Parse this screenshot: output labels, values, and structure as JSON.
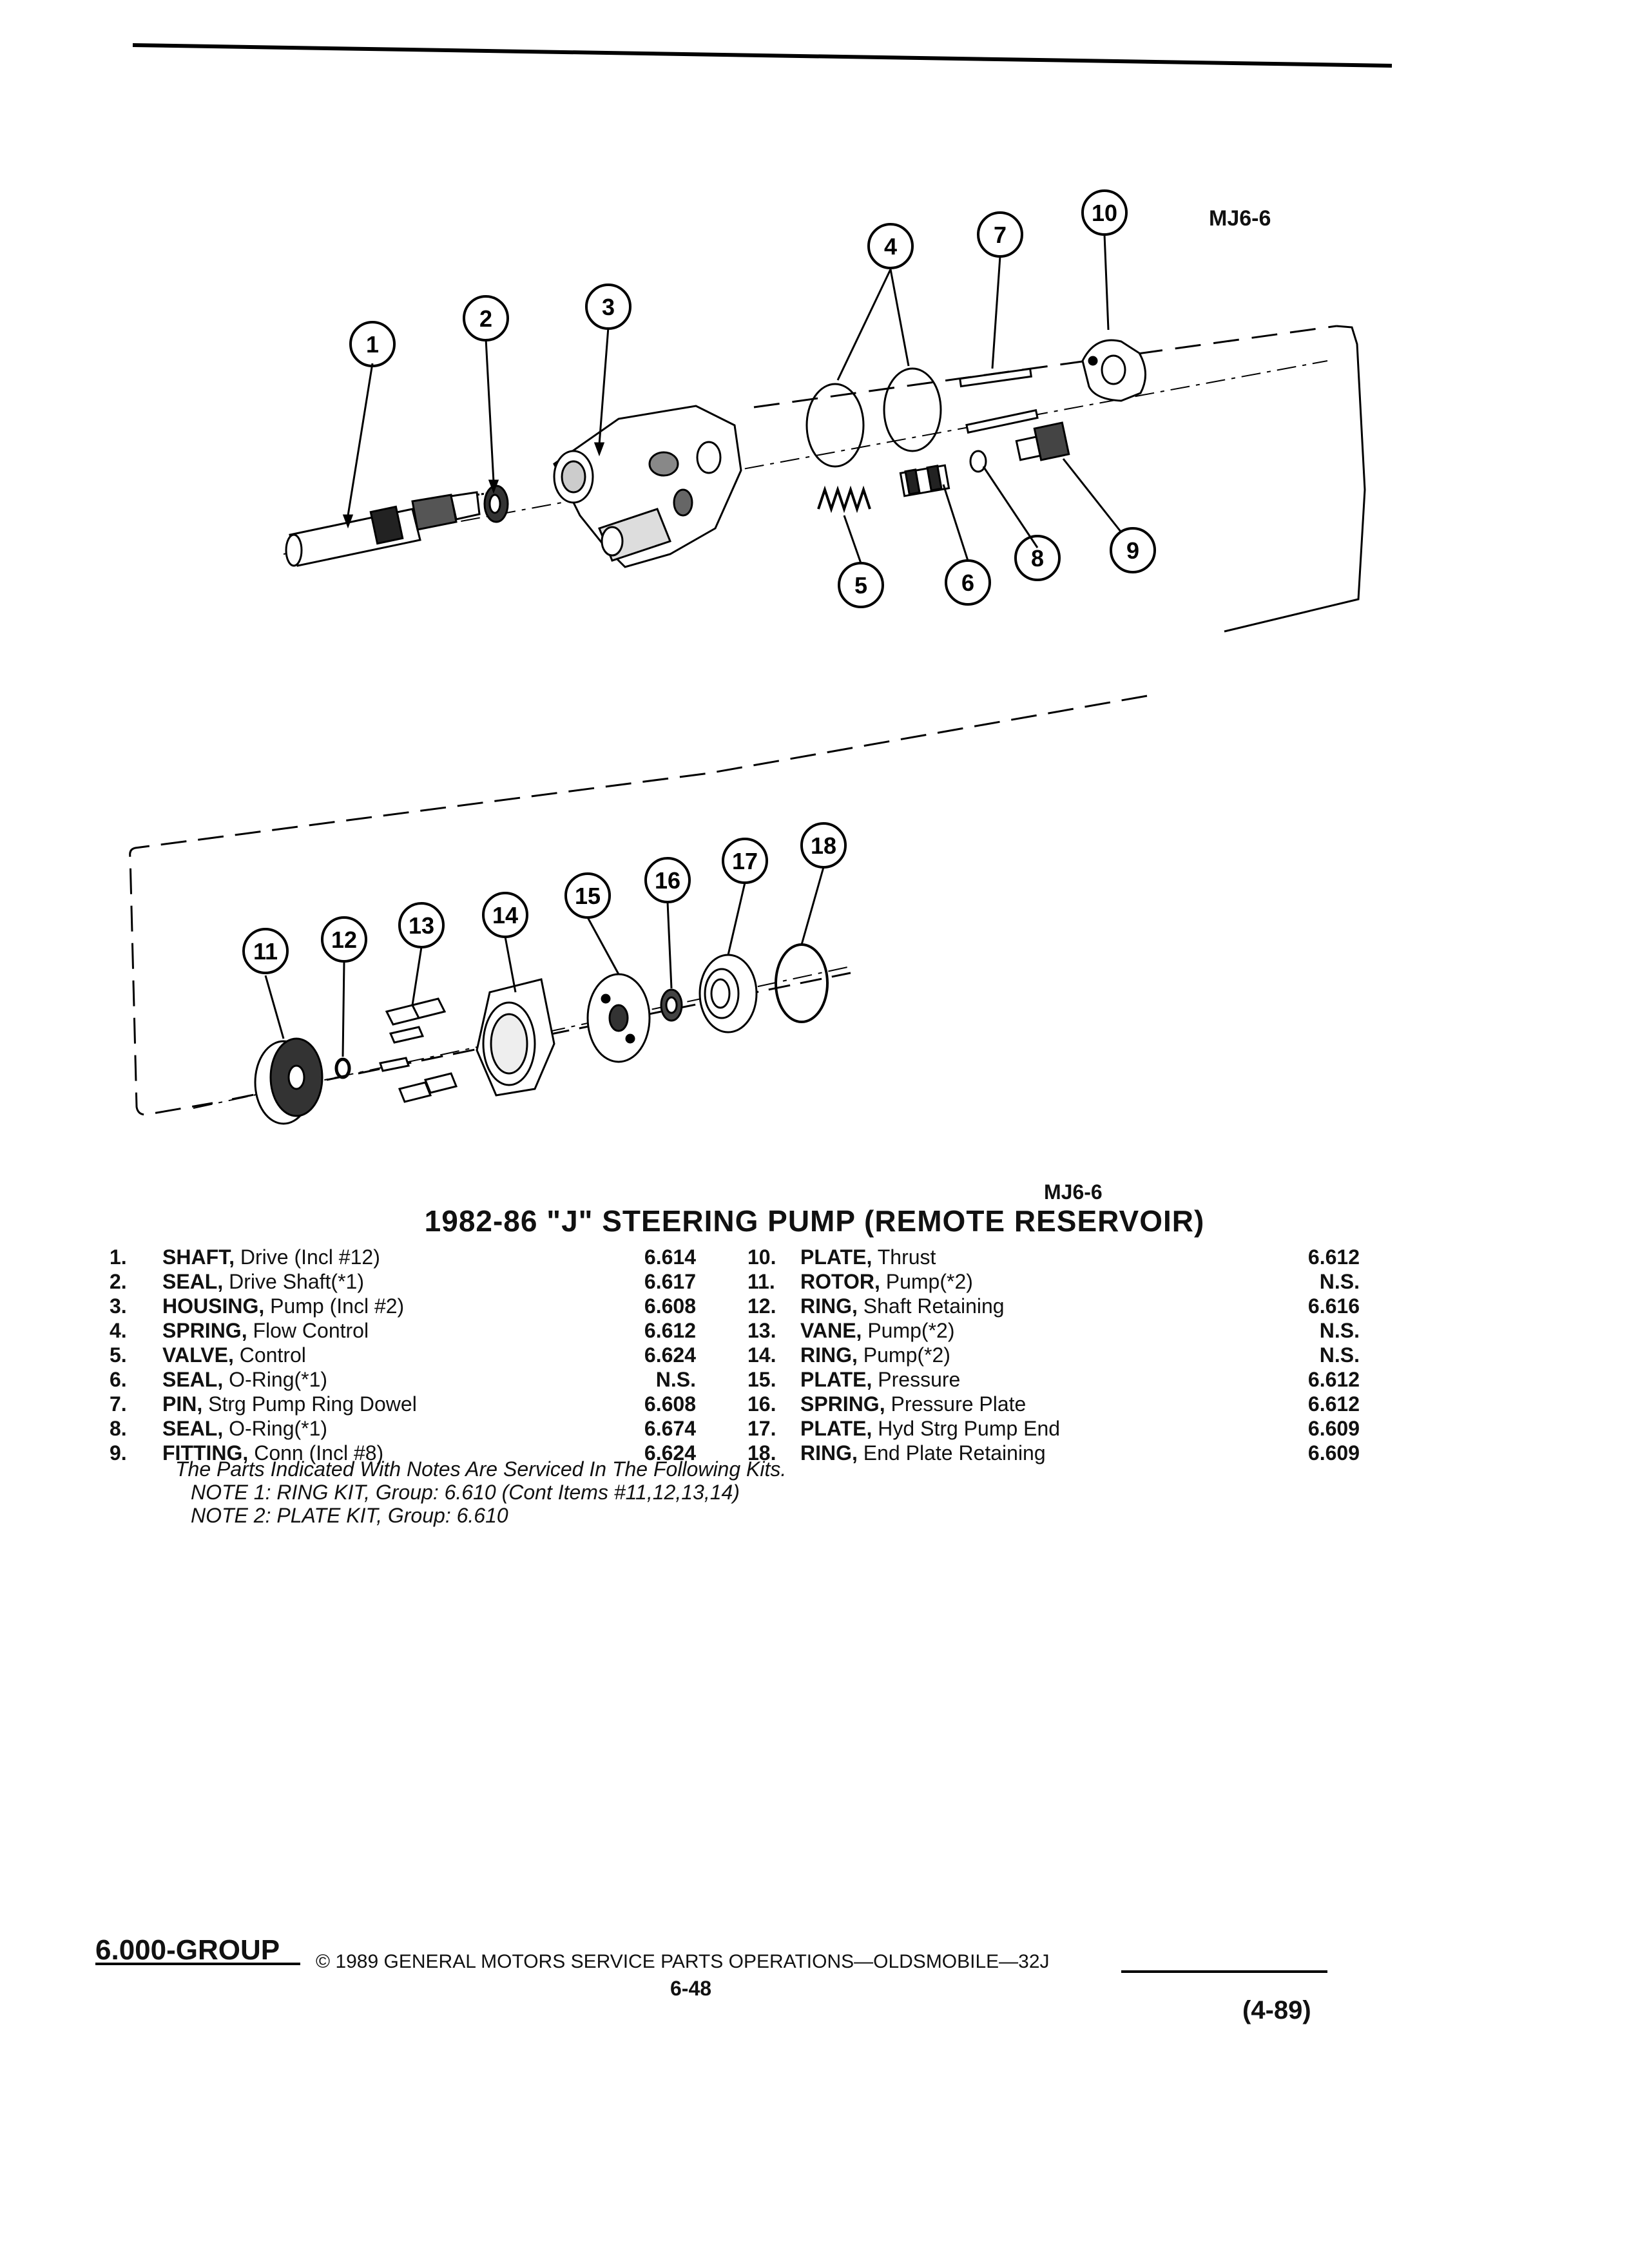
{
  "figure": {
    "ref_code": "MJ6-6",
    "callouts": [
      "1",
      "2",
      "3",
      "4",
      "5",
      "6",
      "7",
      "8",
      "9",
      "10",
      "11",
      "12",
      "13",
      "14",
      "15",
      "16",
      "17",
      "18"
    ]
  },
  "title": "1982-86 \"J\" STEERING PUMP (REMOTE RESERVOIR)",
  "caption_ref": "MJ6-6",
  "parts_left": [
    {
      "num": "1.",
      "name": "SHAFT,",
      "desc": " Drive (Incl #12)",
      "group": "6.614"
    },
    {
      "num": "2.",
      "name": "SEAL,",
      "desc": " Drive Shaft(*1)",
      "group": "6.617"
    },
    {
      "num": "3.",
      "name": "HOUSING,",
      "desc": " Pump (Incl #2)",
      "group": "6.608"
    },
    {
      "num": "4.",
      "name": "SPRING,",
      "desc": " Flow Control",
      "group": "6.612"
    },
    {
      "num": "5.",
      "name": "VALVE,",
      "desc": " Control",
      "group": "6.624"
    },
    {
      "num": "6.",
      "name": "SEAL,",
      "desc": " O-Ring(*1)",
      "group": "N.S."
    },
    {
      "num": "7.",
      "name": "PIN,",
      "desc": " Strg Pump Ring Dowel",
      "group": "6.608"
    },
    {
      "num": "8.",
      "name": "SEAL,",
      "desc": " O-Ring(*1)",
      "group": "6.674"
    },
    {
      "num": "9.",
      "name": "FITTING,",
      "desc": " Conn (Incl #8)",
      "group": "6.624"
    }
  ],
  "parts_right": [
    {
      "num": "10.",
      "name": "PLATE,",
      "desc": " Thrust",
      "group": "6.612"
    },
    {
      "num": "11.",
      "name": "ROTOR,",
      "desc": " Pump(*2)",
      "group": "N.S."
    },
    {
      "num": "12.",
      "name": "RING,",
      "desc": " Shaft Retaining",
      "group": "6.616"
    },
    {
      "num": "13.",
      "name": "VANE,",
      "desc": " Pump(*2)",
      "group": "N.S."
    },
    {
      "num": "14.",
      "name": "RING,",
      "desc": " Pump(*2)",
      "group": "N.S."
    },
    {
      "num": "15.",
      "name": "PLATE,",
      "desc": " Pressure",
      "group": "6.612"
    },
    {
      "num": "16.",
      "name": "SPRING,",
      "desc": " Pressure Plate",
      "group": "6.612"
    },
    {
      "num": "17.",
      "name": "PLATE,",
      "desc": " Hyd Strg Pump End",
      "group": "6.609"
    },
    {
      "num": "18.",
      "name": "RING,",
      "desc": " End Plate Retaining",
      "group": "6.609"
    }
  ],
  "notes": [
    "The Parts Indicated With Notes Are Serviced In The Following Kits.",
    "NOTE 1: RING KIT, Group: 6.610 (Cont Items #11,12,13,14)",
    "NOTE 2: PLATE KIT, Group: 6.610"
  ],
  "footer": {
    "group": "6.000-GROUP",
    "copyright": "© 1989 GENERAL MOTORS SERVICE PARTS OPERATIONS—OLDSMOBILE—32J",
    "page": "6-48",
    "date": "(4-89)"
  }
}
